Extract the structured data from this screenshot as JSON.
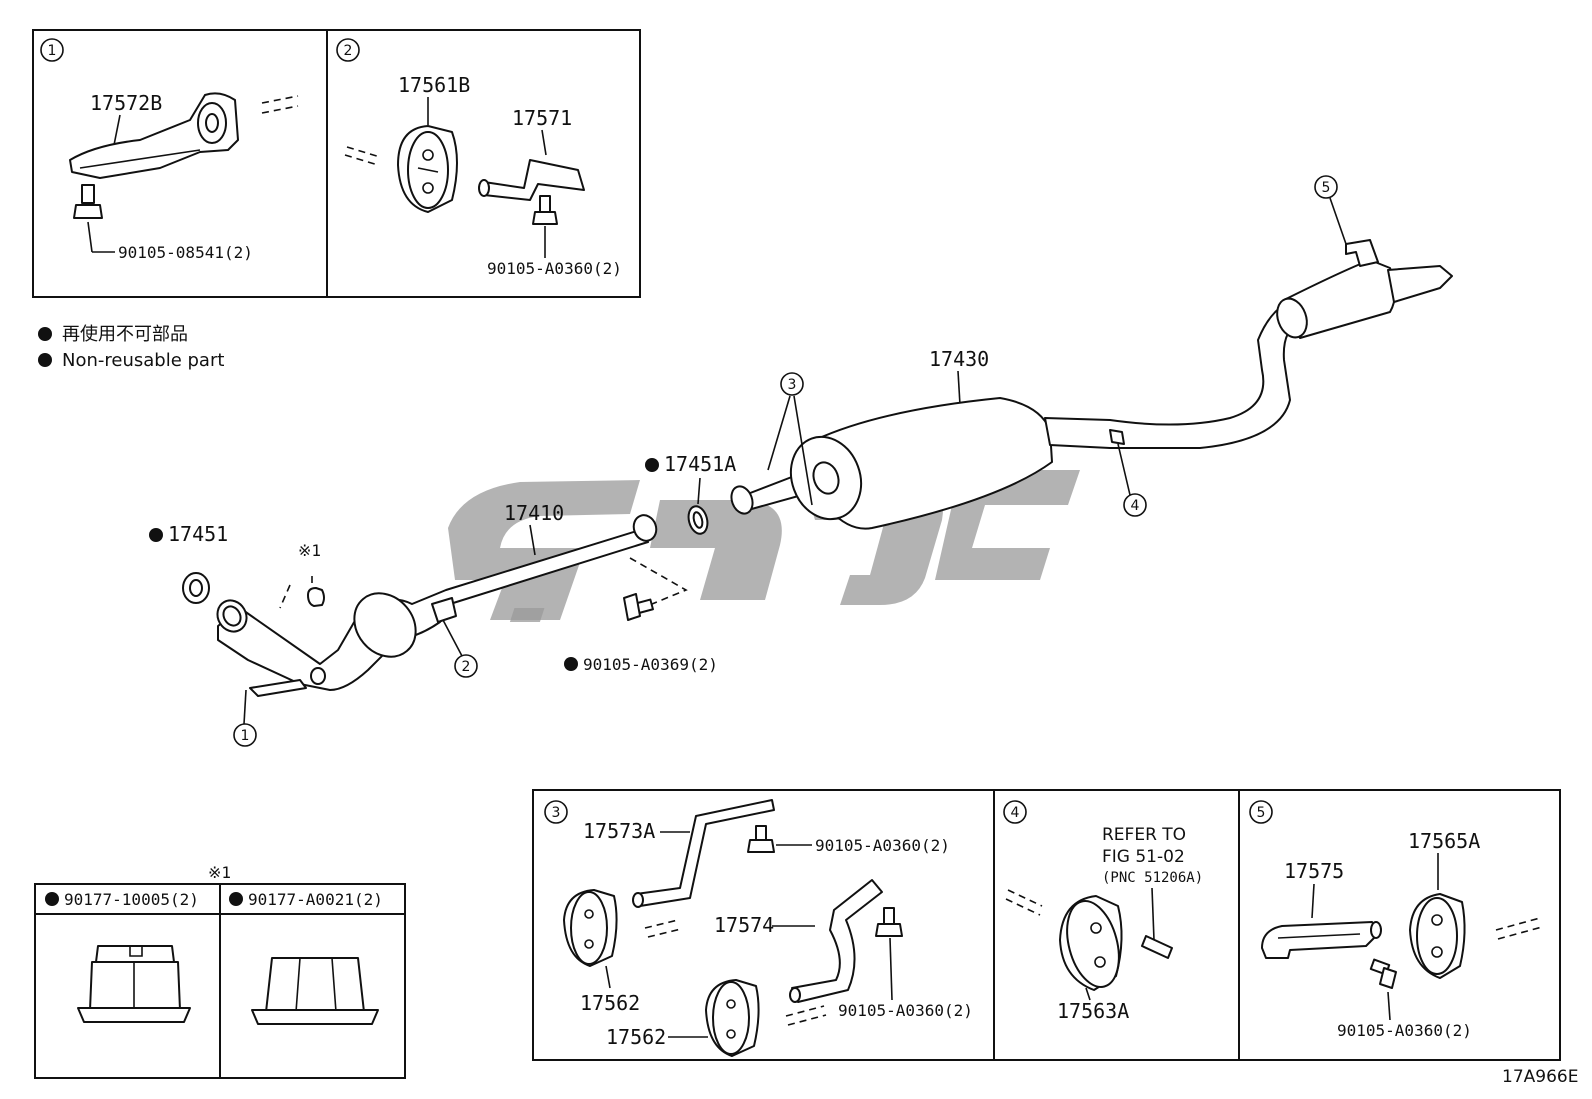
{
  "legend": {
    "line_jp": "再使用不可部品",
    "line_en": "Non-reusable part"
  },
  "boxes": {
    "b1": {
      "num": "1",
      "part": "17572B",
      "bolt": "90105-08541(2)"
    },
    "b2": {
      "num": "2",
      "part_a": "17561B",
      "part_b": "17571",
      "bolt": "90105-A0360(2)"
    },
    "b3": {
      "num": "3",
      "part_a": "17573A",
      "bolt_a": "90105-A0360(2)",
      "part_b": "17574",
      "bolt_b": "90105-A0360(2)",
      "part_c": "17562",
      "part_d": "17562"
    },
    "b4": {
      "num": "4",
      "ref_1": "REFER TO",
      "ref_2": "FIG 51-02",
      "ref_3": "(PNC 51206A)",
      "part": "17563A"
    },
    "b5": {
      "num": "5",
      "part_a": "17575",
      "part_b": "17565A",
      "bolt": "90105-A0360(2)"
    },
    "nuts": {
      "mark": "※1",
      "nut_a": "90177-10005(2)",
      "nut_b": "90177-A0021(2)"
    }
  },
  "main": {
    "gasket_front": "17451",
    "nut_mark": "※1",
    "front_pipe": "17410",
    "gasket_center": "17451A",
    "bolt": "90105-A0369(2)",
    "muffler": "17430",
    "callouts": [
      "1",
      "2",
      "3",
      "4",
      "5"
    ]
  },
  "figure_code": "17A966E",
  "colors": {
    "line": "#111111",
    "watermark": "#9a9a9a"
  }
}
